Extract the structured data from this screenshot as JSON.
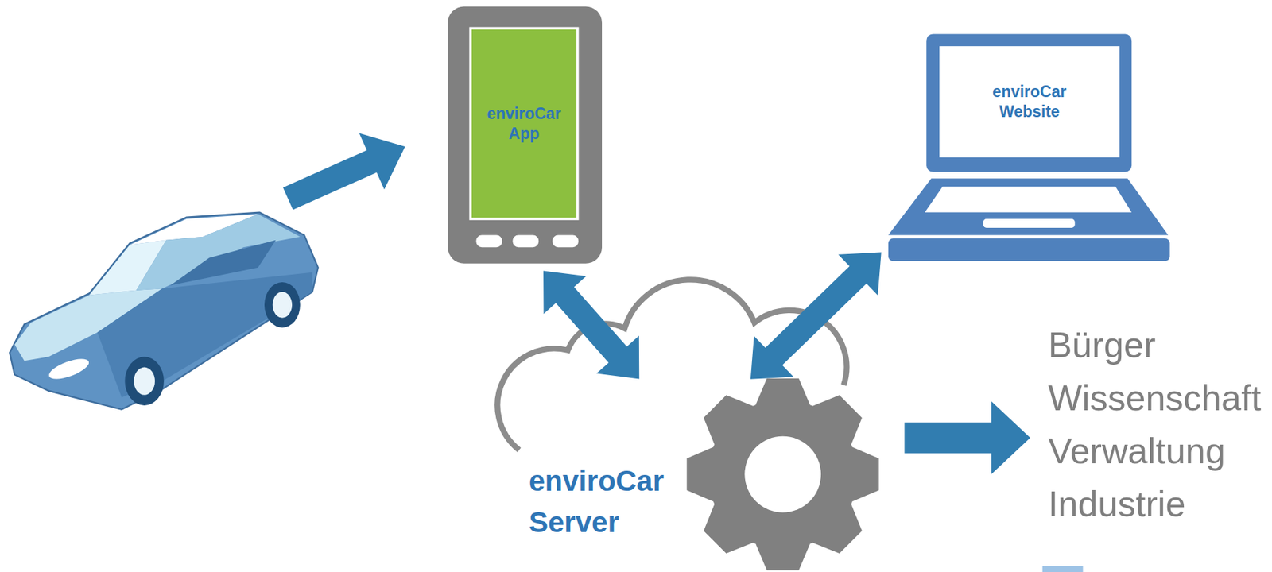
{
  "diagram": {
    "nodes": [
      {
        "text": [
          "enviroCar App"
        ]
      },
      {
        "text": [
          "enviroCar Website"
        ]
      },
      {
        "text": [
          "enviroCar Server"
        ]
      }
    ],
    "edges": [
      {
        "from": 0,
        "to": 2,
        "arrow": "both"
      },
      {
        "from": 1,
        "to": 2,
        "arrow": "both"
      }
    ],
    "labels": [
      "Bürger",
      "Wissenschaft",
      "Verwaltung",
      "Industrie"
    ]
  }
}
